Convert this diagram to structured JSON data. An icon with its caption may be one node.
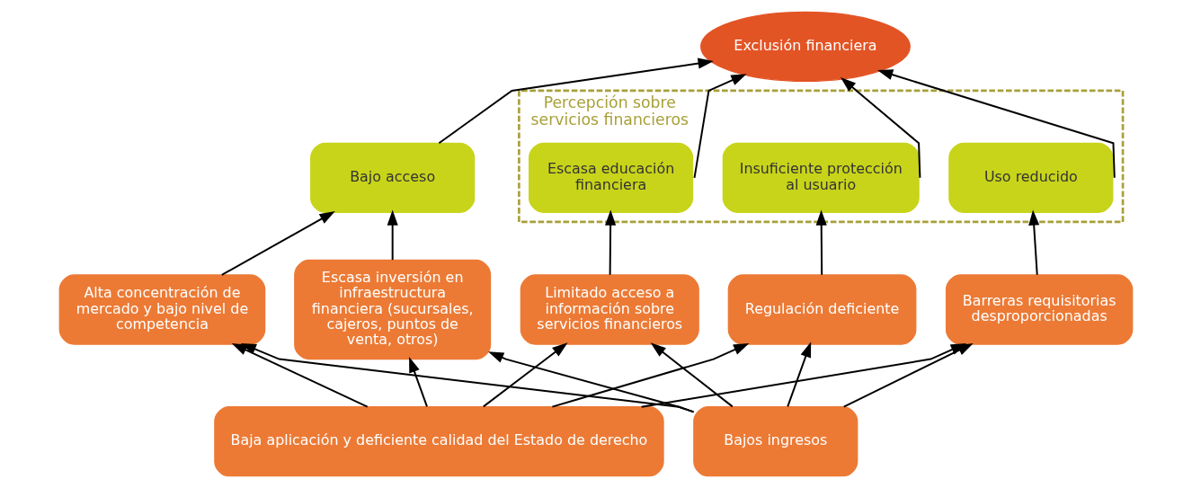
{
  "diagram": {
    "nodes": [
      {
        "text": [
          "Exclusión financiera"
        ]
      },
      {
        "text": [
          "Bajo acceso"
        ]
      },
      {
        "text": [
          "Percepción sobre servicios financieros"
        ]
      },
      {
        "text": [
          "Insuficiente protección al usuario"
        ],
        "in": 2
      },
      {
        "text": [
          "Uso reducido"
        ],
        "in": 2
      },
      {
        "text": [
          "Escasa educación financiera"
        ],
        "in": 2
      },
      {
        "text": [
          "Escasa inversión en infraestructura financiera (sucursales, cajeros, puntos de venta, otros)"
        ]
      },
      {
        "text": [
          "Alta concentración de mercado y bajo nivel de competencia"
        ]
      },
      {
        "text": [
          "Regulación deficiente"
        ]
      },
      {
        "text": [
          "Barreras requisitorias desproporcionadas"
        ]
      },
      {
        "text": [
          "Limitado acceso a información sobre servicios financieros"
        ]
      },
      {
        "text": [
          "Baja aplicación y deficiente calidad del Estado de derecho"
        ]
      },
      {
        "text": [
          "Bajos ingresos"
        ]
      }
    ],
    "edges": [
      {
        "from": 1,
        "to": 0,
        "arrow": "to"
      },
      {
        "from": 3,
        "to": 0,
        "arrow": "to"
      },
      {
        "from": 4,
        "to": 0,
        "arrow": "to"
      },
      {
        "from": 5,
        "to": 0,
        "arrow": "to"
      },
      {
        "from": 6,
        "to": 1,
        "arrow": "to"
      },
      {
        "from": 7,
        "to": 1,
        "arrow": "to"
      },
      {
        "from": 8,
        "to": 3,
        "arrow": "to"
      },
      {
        "from": 9,
        "to": 4,
        "arrow": "to"
      },
      {
        "from": 10,
        "to": 5,
        "arrow": "to"
      },
      {
        "from": 11,
        "to": 6,
        "arrow": "to"
      },
      {
        "from": 11,
        "to": 7,
        "arrow": "to"
      },
      {
        "from": 11,
        "to": 8,
        "arrow": "to"
      },
      {
        "from": 11,
        "to": 9,
        "arrow": "to"
      },
      {
        "from": 11,
        "to": 10,
        "arrow": "to"
      },
      {
        "from": 12,
        "to": 6,
        "arrow": "to"
      },
      {
        "from": 12,
        "to": 7,
        "arrow": "to"
      },
      {
        "from": 12,
        "to": 8,
        "arrow": "to"
      },
      {
        "from": 12,
        "to": 9,
        "arrow": "to"
      },
      {
        "from": 12,
        "to": 10,
        "arrow": "to"
      }
    ]
  }
}
